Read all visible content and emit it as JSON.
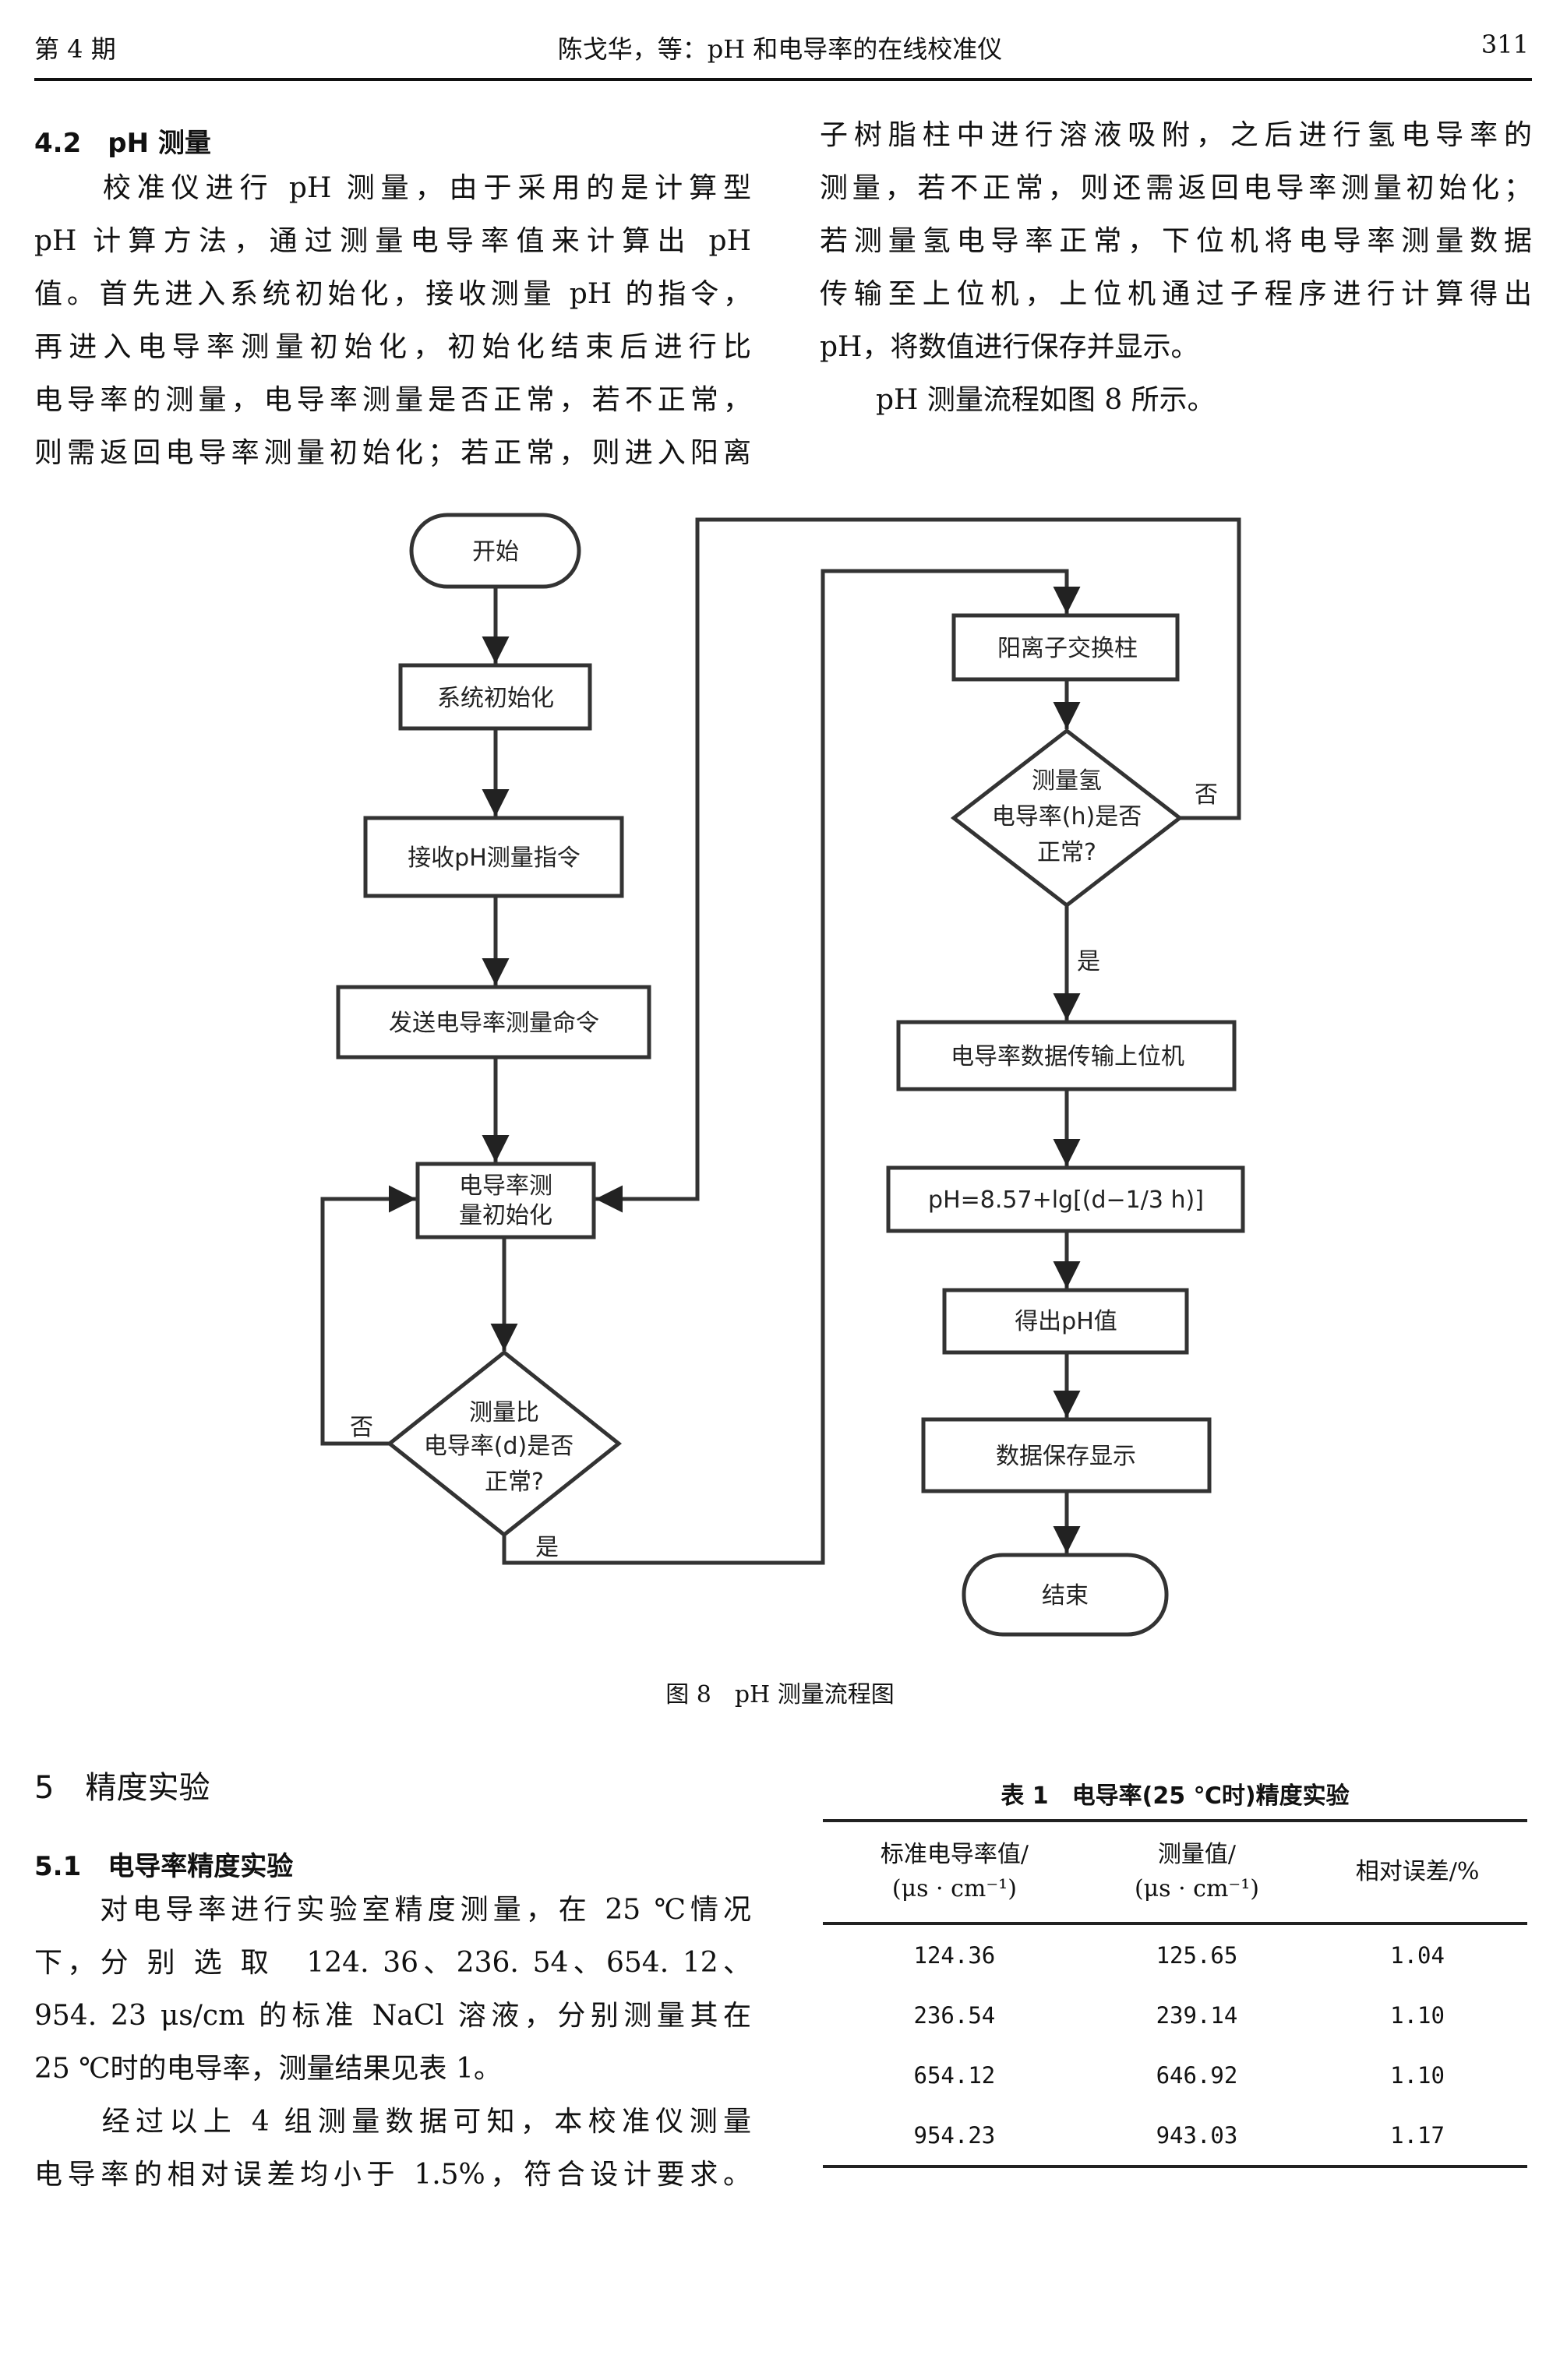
{
  "header": {
    "issue": "第 4 期",
    "running_title": "陈戈华，等：pH 和电导率的在线校准仪",
    "page_number": "311"
  },
  "section_4_2": {
    "heading": "4.2　pH 测量",
    "left_lines": [
      "　　校准仪进行 pH 测量，由于采用的是计算型",
      "pH 计算方法，通过测量电导率值来计算出 pH",
      "值。首先进入系统初始化，接收测量 pH 的指令，",
      "再进入电导率测量初始化，初始化结束后进行比",
      "电导率的测量，电导率测量是否正常，若不正常，",
      "则需返回电导率测量初始化；若正常，则进入阳离"
    ],
    "right_lines": [
      "子树脂柱中进行溶液吸附，之后进行氢电导率的",
      "测量，若不正常，则还需返回电导率测量初始化；",
      "若测量氢电导率正常，下位机将电导率测量数据",
      "传输至上位机，上位机通过子程序进行计算得出",
      "pH，将数值进行保存并显示。"
    ],
    "right_last": "　　pH 测量流程如图 8 所示。"
  },
  "flowchart": {
    "start": "开始",
    "sys_init": "系统初始化",
    "receive_cmd": "接收pH测量指令",
    "send_cmd": "发送电导率测量命令",
    "cond_init_line1": "电导率测",
    "cond_init_line2": "量初始化",
    "decision_d": [
      "测量比",
      "电导率(d)是否",
      "正常?"
    ],
    "cation_column": "阳离子交换柱",
    "decision_h": [
      "测量氢",
      "电导率(h)是否",
      "正常?"
    ],
    "transfer": "电导率数据传输上位机",
    "formula": "pH=8.57+lg[(d−1/3 h)]",
    "get_ph": "得出pH值",
    "save_display": "数据保存显示",
    "end": "结束",
    "yes": "是",
    "no": "否"
  },
  "figure_caption": "图 8　pH 测量流程图",
  "section_5": {
    "heading": "5　精度实验",
    "sub_heading": "5.1　电导率精度实验",
    "para1_lines": [
      "　　对电导率进行实验室精度测量，在 25 ℃情况",
      "下，分 别 选 取　124. 36、236. 54、654. 12、",
      "954. 23 μs/cm 的标准 NaCl 溶液，分别测量其在"
    ],
    "para1_last": "25 ℃时的电导率，测量结果见表 1。",
    "para2_lines": [
      "　　经过以上 4 组测量数据可知，本校准仪测量"
    ],
    "para2_last": "电导率的相对误差均小于 1.5%，符合设计要求。"
  },
  "table1": {
    "caption": "表 1　电导率(25 ℃时)精度实验",
    "headers": [
      {
        "line1": "标准电导率值/",
        "line2": "(μs · cm⁻¹)"
      },
      {
        "line1": "测量值/",
        "line2": "(μs · cm⁻¹)"
      },
      {
        "line1": "相对误差/%",
        "line2": ""
      }
    ],
    "rows": [
      [
        "124.36",
        "125.65",
        "1.04"
      ],
      [
        "236.54",
        "239.14",
        "1.10"
      ],
      [
        "654.12",
        "646.92",
        "1.10"
      ],
      [
        "954.23",
        "943.03",
        "1.17"
      ]
    ]
  }
}
